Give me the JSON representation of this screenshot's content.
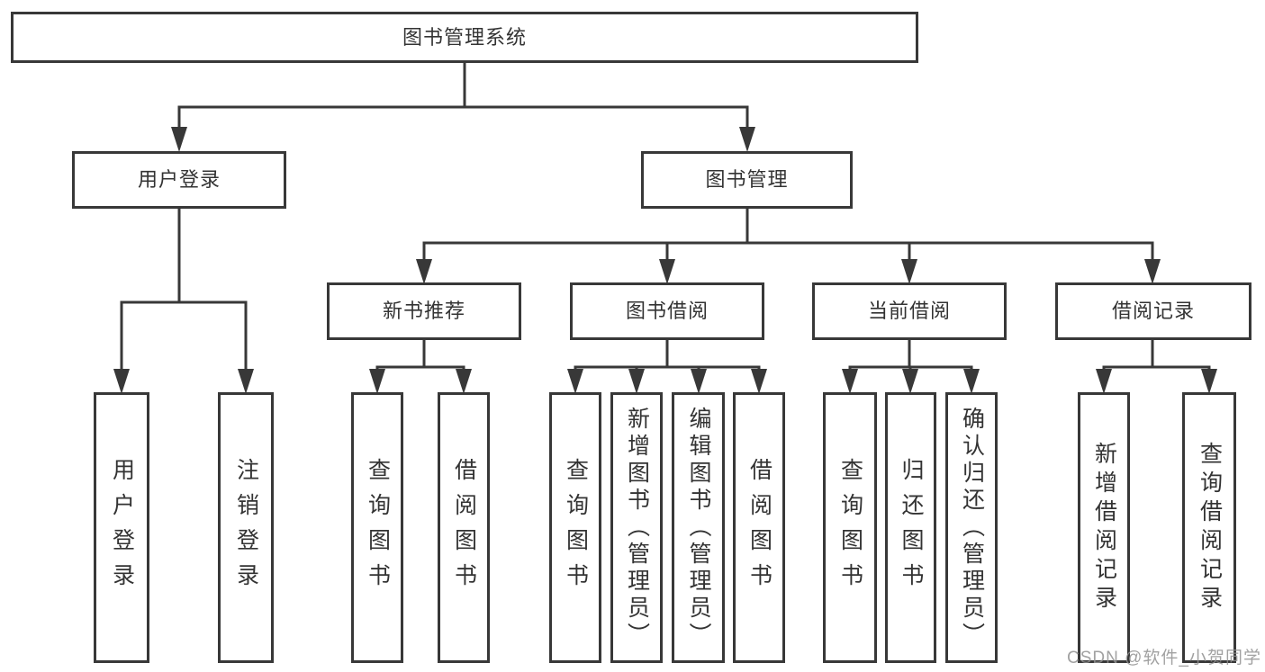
{
  "nodes": {
    "root": "图书管理系统",
    "user_login": "用户登录",
    "book_mgmt": "图书管理",
    "new_book_rec": "新书推荐",
    "book_borrow": "图书借阅",
    "current_borrow": "当前借阅",
    "borrow_records": "借阅记录",
    "ul_login": "用户登录",
    "ul_logout": "注销登录",
    "nbr_query": "查询图书",
    "nbr_borrow": "借阅图书",
    "bb_query": "查询图书",
    "bb_add": "新增图书（管理员）",
    "bb_edit": "编辑图书（管理员）",
    "bb_borrow": "借阅图书",
    "cb_query": "查询图书",
    "cb_return": "归还图书",
    "cb_confirm": "确认归还（管理员）",
    "br_add": "新增借阅记录",
    "br_query": "查询借阅记录"
  },
  "hierarchy": {
    "图书管理系统": {
      "用户登录": [
        "用户登录",
        "注销登录"
      ],
      "图书管理": {
        "新书推荐": [
          "查询图书",
          "借阅图书"
        ],
        "图书借阅": [
          "查询图书",
          "新增图书（管理员）",
          "编辑图书（管理员）",
          "借阅图书"
        ],
        "当前借阅": [
          "查询图书",
          "归还图书",
          "确认归还（管理员）"
        ],
        "借阅记录": [
          "新增借阅记录",
          "查询借阅记录"
        ]
      }
    }
  },
  "watermark": "CSDN @软件_小贺同学",
  "colors": {
    "line": "#383838",
    "text": "#333333",
    "background": "#ffffff",
    "watermark": "#919191"
  }
}
